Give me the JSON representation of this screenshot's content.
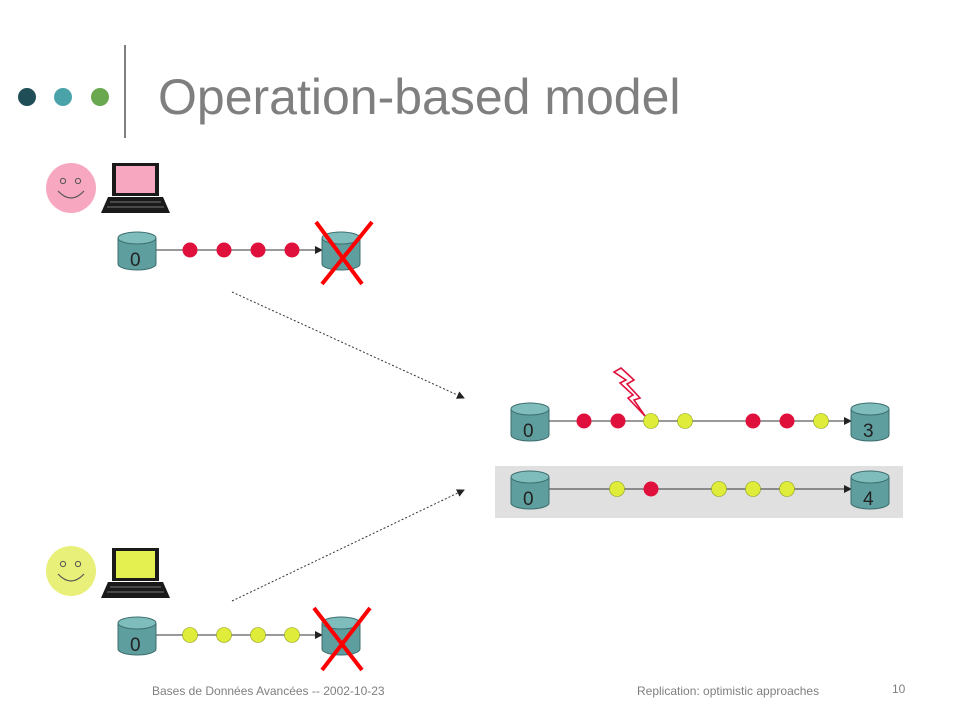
{
  "slide": {
    "title": "Operation-based model",
    "footer_left": "Bases de Données Avancées -- 2002-10-23",
    "footer_center": "Replication: optimistic approaches",
    "page_number": "10"
  },
  "replicas": {
    "user1_start": "0",
    "user2_start": "0",
    "merged_top_start": "0",
    "merged_top_end": "3",
    "merged_bottom_start": "0",
    "merged_bottom_end": "4"
  },
  "colors": {
    "title": "#7f7f7f",
    "dot_dark": "#1f4e57",
    "dot_teal": "#4aa3a8",
    "dot_green": "#6aa84f",
    "user1_face": "#f7a8c0",
    "user1_laptop": "#f7a8c0",
    "user2_face": "#e8f07a",
    "user2_laptop": "#e4f050",
    "db": "#5f9e9e",
    "op_red": "#e0103c",
    "op_yellow": "#dfec3a",
    "cross": "#ff0000",
    "highlight": "#e0e0e0"
  }
}
